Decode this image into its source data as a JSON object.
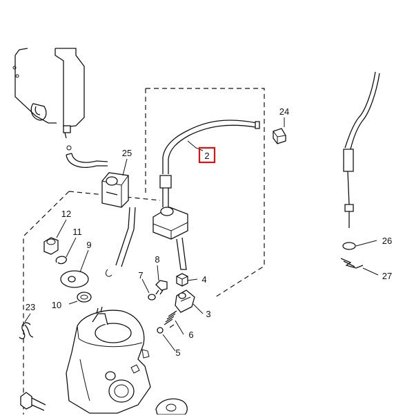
{
  "diagram": {
    "labels": {
      "p2": "2",
      "p3": "3",
      "p4": "4",
      "p5": "5",
      "p6": "6",
      "p7": "7",
      "p8": "8",
      "p9": "9",
      "p10": "10",
      "p11": "11",
      "p12": "12",
      "p23": "23",
      "p24": "24",
      "p25": "25",
      "p26": "26",
      "p27": "27"
    },
    "highlight_color": "#e01010",
    "highlighted_part": "2"
  }
}
